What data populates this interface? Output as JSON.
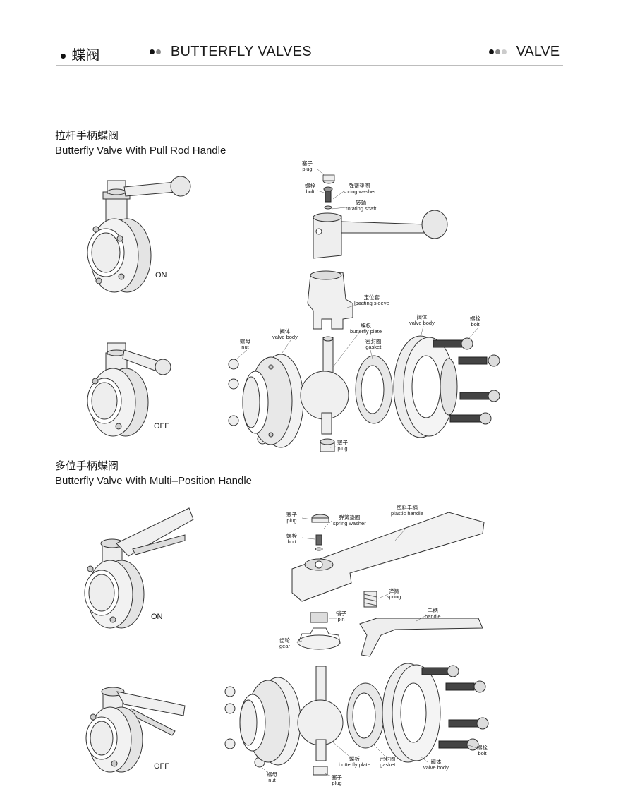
{
  "header": {
    "left_title": "蝶阀",
    "center_title": "BUTTERFLY VALVES",
    "right_title": "VALVE",
    "dot_colors": [
      "#111111",
      "#888888",
      "#cccccc"
    ]
  },
  "sections": [
    {
      "title_cn": "拉杆手柄蝶阀",
      "title_en": "Butterfly Valve With Pull Rod Handle",
      "state_on": "ON",
      "state_off": "OFF",
      "parts": {
        "plug_top": [
          "塞子",
          "plug"
        ],
        "bolt_top": [
          "螺栓",
          "bolt"
        ],
        "spring_washer": [
          "弹簧垫圈",
          "spring washer"
        ],
        "rotating_shaft": [
          "转轴",
          "rotating shaft"
        ],
        "locating_sleeve": [
          "定位套",
          "locating sleeve"
        ],
        "butterfly_plate": [
          "蝶板",
          "butterfly plate"
        ],
        "valve_body_left": [
          "阀体",
          "valve body"
        ],
        "valve_body_right": [
          "阀体",
          "valve body"
        ],
        "bolt_right": [
          "螺栓",
          "bolt"
        ],
        "nut": [
          "螺母",
          "nut"
        ],
        "gasket": [
          "密封圈",
          "gasket"
        ],
        "plug_bottom": [
          "塞子",
          "plug"
        ]
      }
    },
    {
      "title_cn": "多位手柄蝶阀",
      "title_en": "Butterfly Valve With Multi–Position Handle",
      "state_on": "ON",
      "state_off": "OFF",
      "parts": {
        "plug_top": [
          "塞子",
          "plug"
        ],
        "spring_washer": [
          "弹簧垫圈",
          "spring washer"
        ],
        "bolt_top": [
          "螺栓",
          "bolt"
        ],
        "plastic_handle": [
          "塑料手柄",
          "plastic handle"
        ],
        "spring": [
          "弹簧",
          "spring"
        ],
        "pin": [
          "销子",
          "pin"
        ],
        "handle": [
          "手柄",
          "handle"
        ],
        "gear": [
          "齿轮",
          "gear"
        ],
        "bolt_right": [
          "螺栓",
          "bolt"
        ],
        "butterfly_plate": [
          "蝶板",
          "butterfly plate"
        ],
        "gasket": [
          "密封圈",
          "gasket"
        ],
        "valve_body": [
          "阀体",
          "valve body"
        ],
        "nut": [
          "螺母",
          "nut"
        ],
        "plug_bottom": [
          "塞子",
          "plug"
        ]
      }
    }
  ]
}
